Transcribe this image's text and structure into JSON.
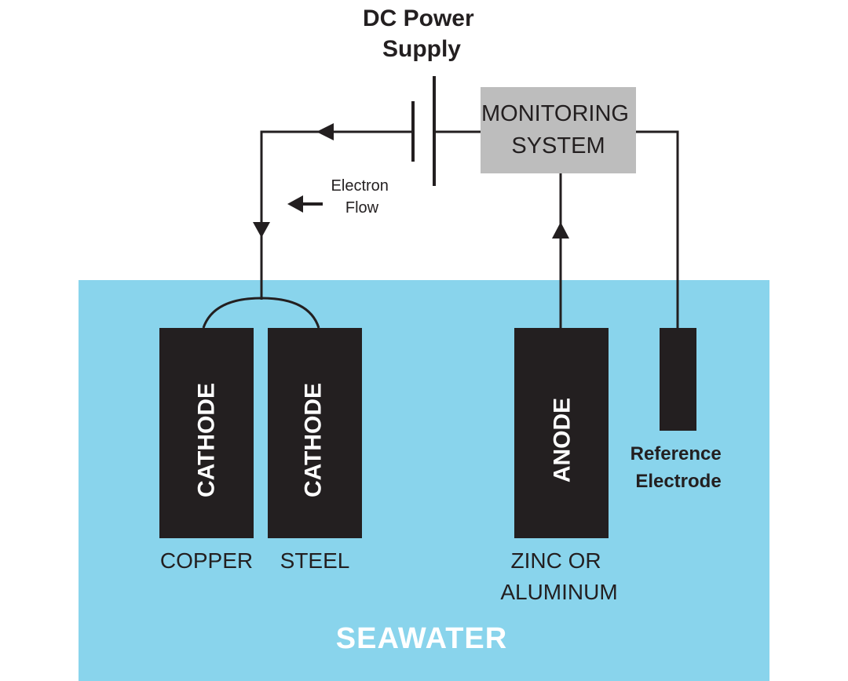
{
  "title": {
    "line1": "DC Power",
    "line2": "Supply"
  },
  "monitoring": {
    "line1": "MONITORING",
    "line2": "SYSTEM"
  },
  "electron_flow": {
    "line1": "Electron",
    "line2": "Flow"
  },
  "electrodes": {
    "cathode_copper": {
      "role": "CATHODE",
      "material": "COPPER"
    },
    "cathode_steel": {
      "role": "CATHODE",
      "material": "STEEL"
    },
    "anode": {
      "role": "ANODE",
      "material_line1": "ZINC OR",
      "material_line2": "ALUMINUM"
    },
    "reference": {
      "line1": "Reference",
      "line2": "Electrode"
    }
  },
  "seawater": {
    "label": "SEAWATER"
  },
  "colors": {
    "seawater": "#89d4ec",
    "electrode": "#231f20",
    "monitor_box": "#bdbdbd",
    "wire": "#231f20",
    "electrode_text": "#ffffff",
    "seawater_text": "#ffffff"
  }
}
